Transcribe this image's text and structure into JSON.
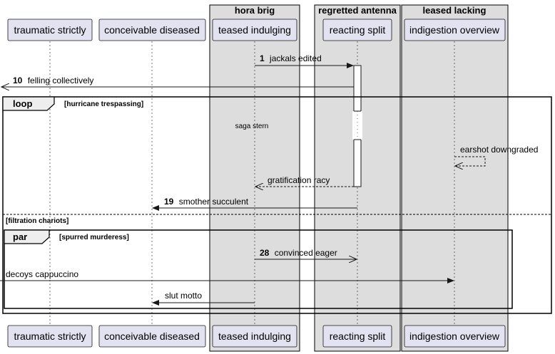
{
  "groups": [
    {
      "title": "hora brig"
    },
    {
      "title": "regretted antenna"
    },
    {
      "title": "leased lacking"
    }
  ],
  "participants": [
    {
      "name": "traumatic strictly"
    },
    {
      "name": "conceivable diseased"
    },
    {
      "name": "teased indulging"
    },
    {
      "name": "reacting split"
    },
    {
      "name": "indigestion overview"
    }
  ],
  "messages": [
    {
      "num": "1",
      "text": "jackals edited"
    },
    {
      "num": "10",
      "text": "felling collectively"
    },
    {
      "num": "",
      "text": "earshot downgraded"
    },
    {
      "num": "",
      "text": "gratification racy"
    },
    {
      "num": "19",
      "text": "smother succulent"
    },
    {
      "num": "28",
      "text": "convinced eager"
    },
    {
      "num": "",
      "text": "decoys cappuccino"
    },
    {
      "num": "",
      "text": "slut motto"
    }
  ],
  "loop_frame": {
    "keyword": "loop",
    "condition": "[hurricane trespassing]",
    "else_condition": "[filtration chariots]"
  },
  "par_frame": {
    "keyword": "par",
    "condition": "[spurred murderess]"
  },
  "delay_text": "saga stern"
}
